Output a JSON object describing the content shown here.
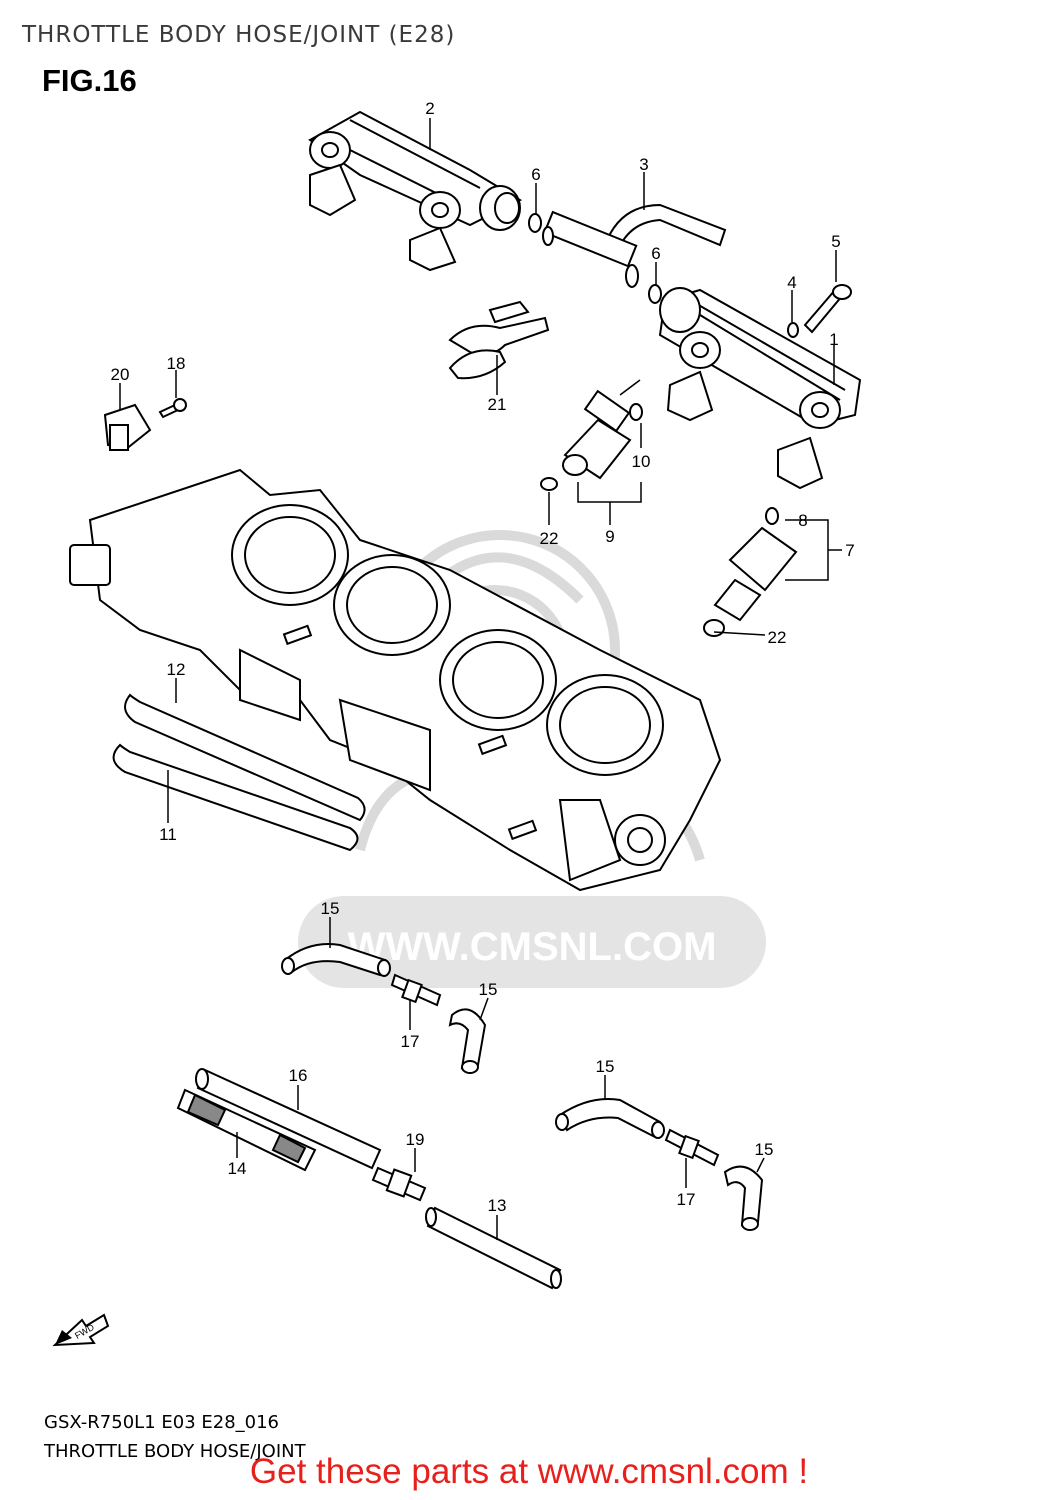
{
  "header": {
    "title": "THROTTLE BODY HOSE/JOINT (E28)",
    "fig": "FIG.16"
  },
  "watermark": {
    "text": "WWW.CMSNL.COM",
    "logo": "cms-logo"
  },
  "fwd_label": "FWD",
  "callouts": {
    "c1": "1",
    "c2": "2",
    "c3": "3",
    "c4": "4",
    "c5": "5",
    "c6a": "6",
    "c6b": "6",
    "c7": "7",
    "c8": "8",
    "c9": "9",
    "c10": "10",
    "c11": "11",
    "c12": "12",
    "c13": "13",
    "c14": "14",
    "c15a": "15",
    "c15b": "15",
    "c15c": "15",
    "c15d": "15",
    "c16": "16",
    "c17a": "17",
    "c17b": "17",
    "c18": "18",
    "c19": "19",
    "c20": "20",
    "c21": "21",
    "c22a": "22",
    "c22b": "22"
  },
  "footer": {
    "model_code": "GSX-R750L1 E03 E28_016",
    "caption": "THROTTLE BODY HOSE/JOINT",
    "banner": "Get these parts at www.cmsnl.com !"
  },
  "colors": {
    "banner": "#e8201c",
    "line": "#000000",
    "watermark": "#d9d9d9"
  }
}
